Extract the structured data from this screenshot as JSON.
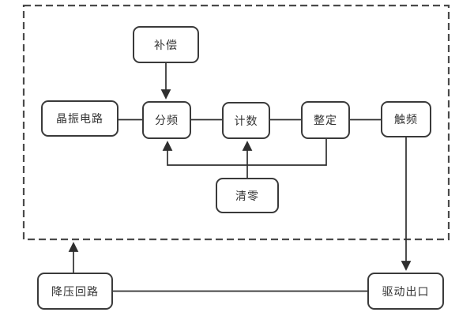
{
  "diagram": {
    "type": "block-diagram",
    "nodes": {
      "compensation": {
        "label": "补偿"
      },
      "crystal_circuit": {
        "label": "晶振电路"
      },
      "frequency_divider": {
        "label": "分频"
      },
      "counter": {
        "label": "计数"
      },
      "setting": {
        "label": "整定"
      },
      "trigger_frequency": {
        "label": "触频"
      },
      "reset": {
        "label": "清零"
      },
      "stepdown_circuit": {
        "label": "降压回路"
      },
      "drive_output": {
        "label": "驱动出口"
      }
    },
    "edges": [
      {
        "from": "compensation",
        "to": "frequency_divider",
        "arrow": true
      },
      {
        "from": "crystal_circuit",
        "to": "frequency_divider",
        "arrow": false
      },
      {
        "from": "frequency_divider",
        "to": "counter",
        "arrow": false
      },
      {
        "from": "counter",
        "to": "setting",
        "arrow": false
      },
      {
        "from": "setting",
        "to": "trigger_frequency",
        "arrow": false
      },
      {
        "from": "setting",
        "to": "frequency_divider",
        "arrow": true,
        "route": "feedback-bottom"
      },
      {
        "from": "reset",
        "to": "counter",
        "arrow": true
      },
      {
        "from": "trigger_frequency",
        "to": "drive_output",
        "arrow": true
      },
      {
        "from": "stepdown_circuit",
        "to": "dashed_boundary",
        "arrow": true
      },
      {
        "from": "stepdown_circuit",
        "to": "drive_output",
        "arrow": false
      }
    ],
    "boundary": {
      "style": "dashed-rectangle",
      "contains": [
        "compensation",
        "crystal_circuit",
        "frequency_divider",
        "counter",
        "setting",
        "trigger_frequency",
        "reset"
      ]
    },
    "colors": {
      "line": "#2f2f2f",
      "box_border": "#3a3a3a",
      "box_fill": "#ffffff",
      "dashed_border": "#4a4a4a",
      "text": "#333333",
      "background": "#ffffff"
    }
  }
}
